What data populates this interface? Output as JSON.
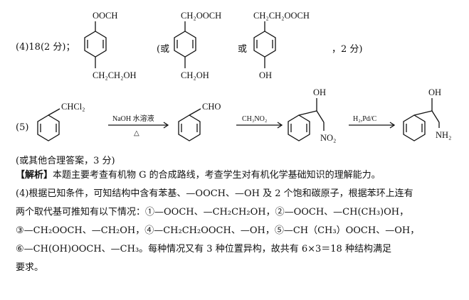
{
  "part4": {
    "label": "(4)18(2 分)；",
    "struct1": {
      "top": "OOCH",
      "bottom": "CH₂CH₂OH"
    },
    "or1": "(或",
    "struct2": {
      "top": "CH₂OOCH",
      "bottom": "CH₂OH"
    },
    "or2": "或",
    "struct3": {
      "top": "CH₂CH₂OOCH",
      "bottom": "OH"
    },
    "score": "，2 分)"
  },
  "part5": {
    "label": "(5)",
    "reactant": "CHCl₂",
    "arrow1_top": "NaOH 水溶液",
    "arrow1_bottom": "△",
    "product1": "CHO",
    "arrow2_top": "CH₃NO₂",
    "product2": {
      "oh": "OH",
      "sub": "NO₂"
    },
    "arrow3_top": "H₂,Pd/C",
    "product3": {
      "oh": "OH",
      "sub": "NH₂"
    },
    "note": "(或其他合理答案，3 分)"
  },
  "analysis": {
    "tag": "【解析】",
    "intro": "本题主要考查有机物 G 的合成路线，考查学生对有机化学基础知识的理解能力。",
    "line1": "(4)根据已知条件，可知结构中含有苯基、—OOCH、—OH 及 2 个饱和碳原子，根据苯环上连有",
    "line2": "两个取代基可推知有以下情况：①—OOCH、—CH₂CH₂OH，②—OOCH、—CH(CH₃)OH，",
    "line3": "③—CH₂OOCH、—CH₂OH，④—CH₂CH₂OOCH、—OH，⑤—CH（CH₃）OOCH、—OH，",
    "line4": "⑥—CH(OH)OOCH、—CH₃。每种情况又有 3 种位置异构，故共有 6×3＝18 种结构满足",
    "line5": "要求。"
  }
}
